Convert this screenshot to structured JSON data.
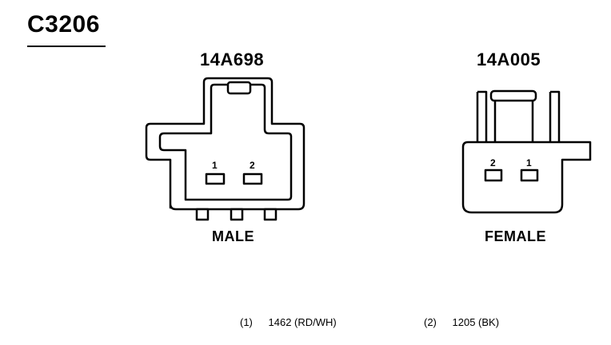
{
  "connector_id": "C3206",
  "male": {
    "part_number": "14A698",
    "label": "MALE",
    "pins": [
      "1",
      "2"
    ]
  },
  "female": {
    "part_number": "14A005",
    "label": "FEMALE",
    "pins": [
      "2",
      "1"
    ]
  },
  "legend": [
    {
      "num": "(1)",
      "desc": "1462 (RD/WH)"
    },
    {
      "num": "(2)",
      "desc": "1205 (BK)"
    }
  ]
}
